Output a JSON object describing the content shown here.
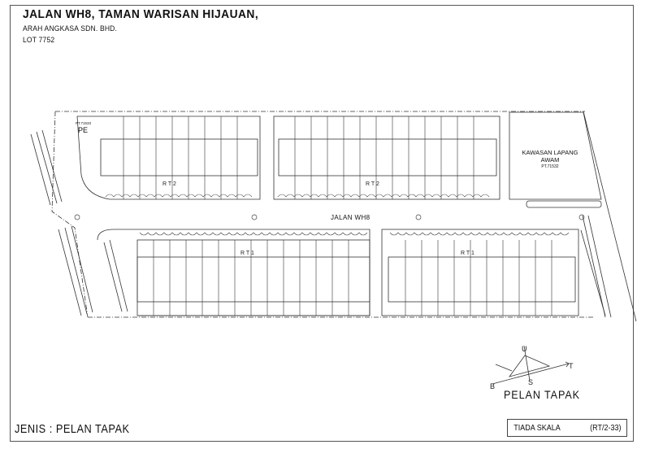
{
  "header": {
    "title": "JALAN WH8, TAMAN WARISAN HIJAUAN,",
    "developer": "ARAH ANGKASA SDN. BHD.",
    "lot": "LOT 7752"
  },
  "plan": {
    "road_label": "JALAN WH8",
    "open_space": {
      "line1": "KAWASAN LAPANG",
      "line2": "AWAM",
      "ref": "PT.71532"
    },
    "substation": {
      "ref": "PT.71533",
      "label": "PE"
    },
    "blocks": [
      {
        "id": "top-left",
        "label": "R   T   2",
        "type": "RT2",
        "units": 9
      },
      {
        "id": "top-right",
        "label": "R   T   2",
        "type": "RT2",
        "units": 13
      },
      {
        "id": "bottom-left",
        "label": "R   T   1",
        "type": "RT1",
        "units": 14
      },
      {
        "id": "bottom-right",
        "label": "R   T   1",
        "type": "RT1",
        "units": 11
      }
    ],
    "north_arrow": {
      "north": "U",
      "south": "S",
      "east": "T",
      "west": "B"
    }
  },
  "footer": {
    "type_label": "JENIS : PELAN TAPAK",
    "drawing_title": "PELAN TAPAK",
    "scale": "TIADA SKALA",
    "code": "(RT/2-33)"
  },
  "colors": {
    "line": "#333333",
    "frame": "#555555",
    "background": "#ffffff"
  }
}
